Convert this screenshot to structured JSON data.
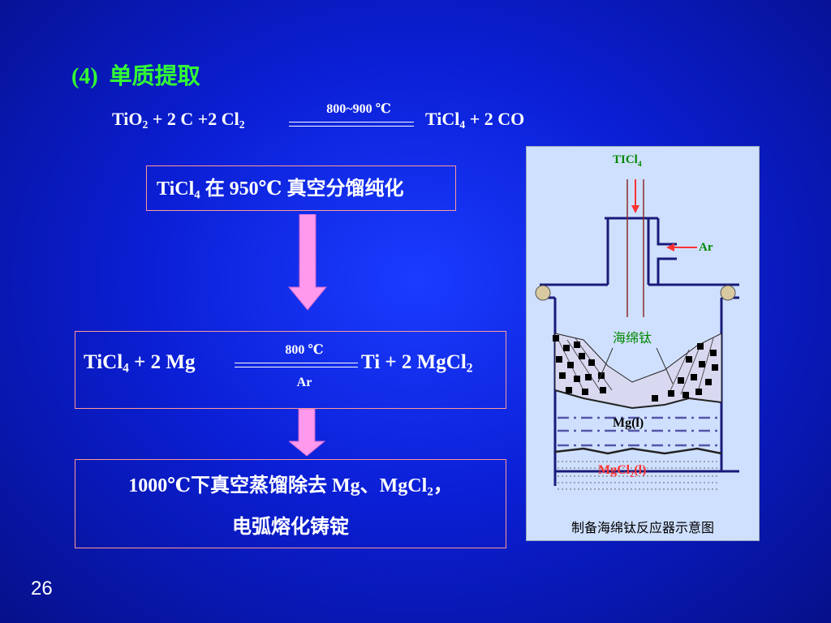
{
  "section_title": {
    "number": "(4)",
    "text": "单质提取"
  },
  "equation1": {
    "reactants": [
      "TiO",
      "2",
      " + 2 C +2 Cl",
      "2"
    ],
    "condition": "800~900 ℃",
    "products": [
      "TiCl",
      "4",
      " + 2 CO"
    ]
  },
  "step1": {
    "prefix": "TiCl",
    "sub": "4",
    "text": " 在 950℃ 真空分馏纯化"
  },
  "equation2": {
    "reactants": [
      "TiCl",
      "4",
      " + 2 Mg"
    ],
    "condition_top": "800 ℃",
    "condition_bottom": "Ar",
    "products": [
      "Ti + 2 MgCl",
      "2"
    ]
  },
  "step3": {
    "line1_prefix": "1000℃下真空蒸馏除去 Mg、MgCl",
    "line1_sub": "2",
    "line1_suffix": "，",
    "line2": "电弧熔化铸锭"
  },
  "reactor_diagram": {
    "label_ticl4": "TICl",
    "label_ticl4_sub": "4",
    "label_ar": "Ar",
    "label_sponge": "海绵钛",
    "label_mg": "Mg(l)",
    "label_mgcl2": "MgCl",
    "label_mgcl2_sub": "2",
    "label_mgcl2_suffix": "(l)",
    "caption": "制备海绵钛反应器示意图"
  },
  "page_number": "26",
  "colors": {
    "title_green": "#33ff33",
    "box_border": "#ff9999",
    "arrow_pink": "#ff99ee",
    "diagram_bg": "#cfe0ff",
    "diagram_green": "#008800",
    "diagram_red": "#ff3333"
  }
}
